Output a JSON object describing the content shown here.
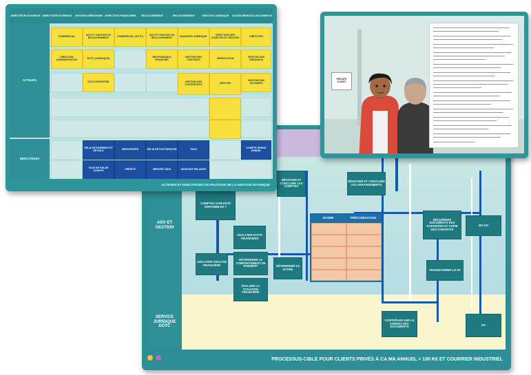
{
  "back_slide": {
    "footer": "PROCESSUS-CIBLE POUR CLIENTS PRIVÉS À CA MA ANNUEL > 100 K€ ET COURRIER INDUSTRIEL",
    "lanes": {
      "adv": "ADV ET GESTION",
      "juridique": "SERVICE JURIDIQUE DOTC"
    },
    "table_headers": [
      "SCORE",
      "PRÉCONISATION"
    ],
    "processes": {
      "p1": "NÉGOCIER ET CONCLURE LES COMPTES",
      "p2": "NÉGOCIER ET CONCLURE LES ARRANGEMENTS",
      "p3": "COMPTES GARANTIS DISPONIBLES ?",
      "p4": "ANALYSER ETATS FINANCIERS",
      "p5": "ANALYSER ANALYSE FINANCIÈRE",
      "p6": "DÉTERMINER LE COMPORTEMENT DE PAIEMENT",
      "p7": "ÉVALUER LA SITUATION FINANCIÈRE",
      "p8": "DÉTERMINER LE SCORE",
      "p9": "RÉCUPÉRER DOCUMENTS DES GARANTIES ET COPIE DES CONTRATS",
      "p10": "TRANSFORMER LE KF",
      "p11": "NO-GO",
      "p12": "GO",
      "p13": "CONTRÔLER SUR LE FORMAT DES DOCUMENTS"
    }
  },
  "left_slide": {
    "footer": "ACTEURS ET INDICATEURS DU PILOTAGE DE LA GESTION DU RISQUE",
    "column_headers": [
      "DIRECTEUR D'AGENCE",
      "DIRECTEUR D'AGENCE",
      "GESTION DÉBITEURS",
      "DIRECTION FINANCIÈRE",
      "RECOUVREMENT",
      "RECOUVREMENT",
      "GESTION JURIDIQUE",
      "ACCÈS RÉSEAUX DOCUMENTS"
    ],
    "row_labels": [
      "ACTEURS",
      "INDICATEURS"
    ],
    "yellow_cells": [
      "COMMERCIAL",
      "ADV ET GESTION DU RECOUVREMENT",
      "COMMERCIAL (DOTC)",
      "ADV ET GESTION DU RECOUVREMENT",
      "MANAGER JURIDIQUE",
      "DIRECTION DES COMPTES ET GESTION",
      "DIRECTION",
      "DIRECTION ADMINISTRATIVE",
      "DOTC (JURIDIQUE)",
      "RESPONSABLE FINANCIER",
      "GESTION DES CONTRATS",
      "VÉRIFICATION",
      "GESTION DES CRÉANCES",
      "DOTC EXPERTISE",
      "GESTION DES CONTENTIEUX",
      "GESTION",
      "GESTION DES DOSSIERS"
    ],
    "blue_cells": [
      "DÉLAI DE PAIEMENT ET DÉTAILS",
      "INDICATEURS",
      "DÉLAI DE FACTURATION",
      "TAUX",
      "COMPTE RENDU ANNUEL",
      "TAUX DE SOLDE CLIENTS",
      "CRÉDITS",
      "IMPAYÉS TAUX",
      "MONTANT RELANCE"
    ]
  },
  "video_slide": {
    "sign": "PRIVATE CLIENT"
  }
}
